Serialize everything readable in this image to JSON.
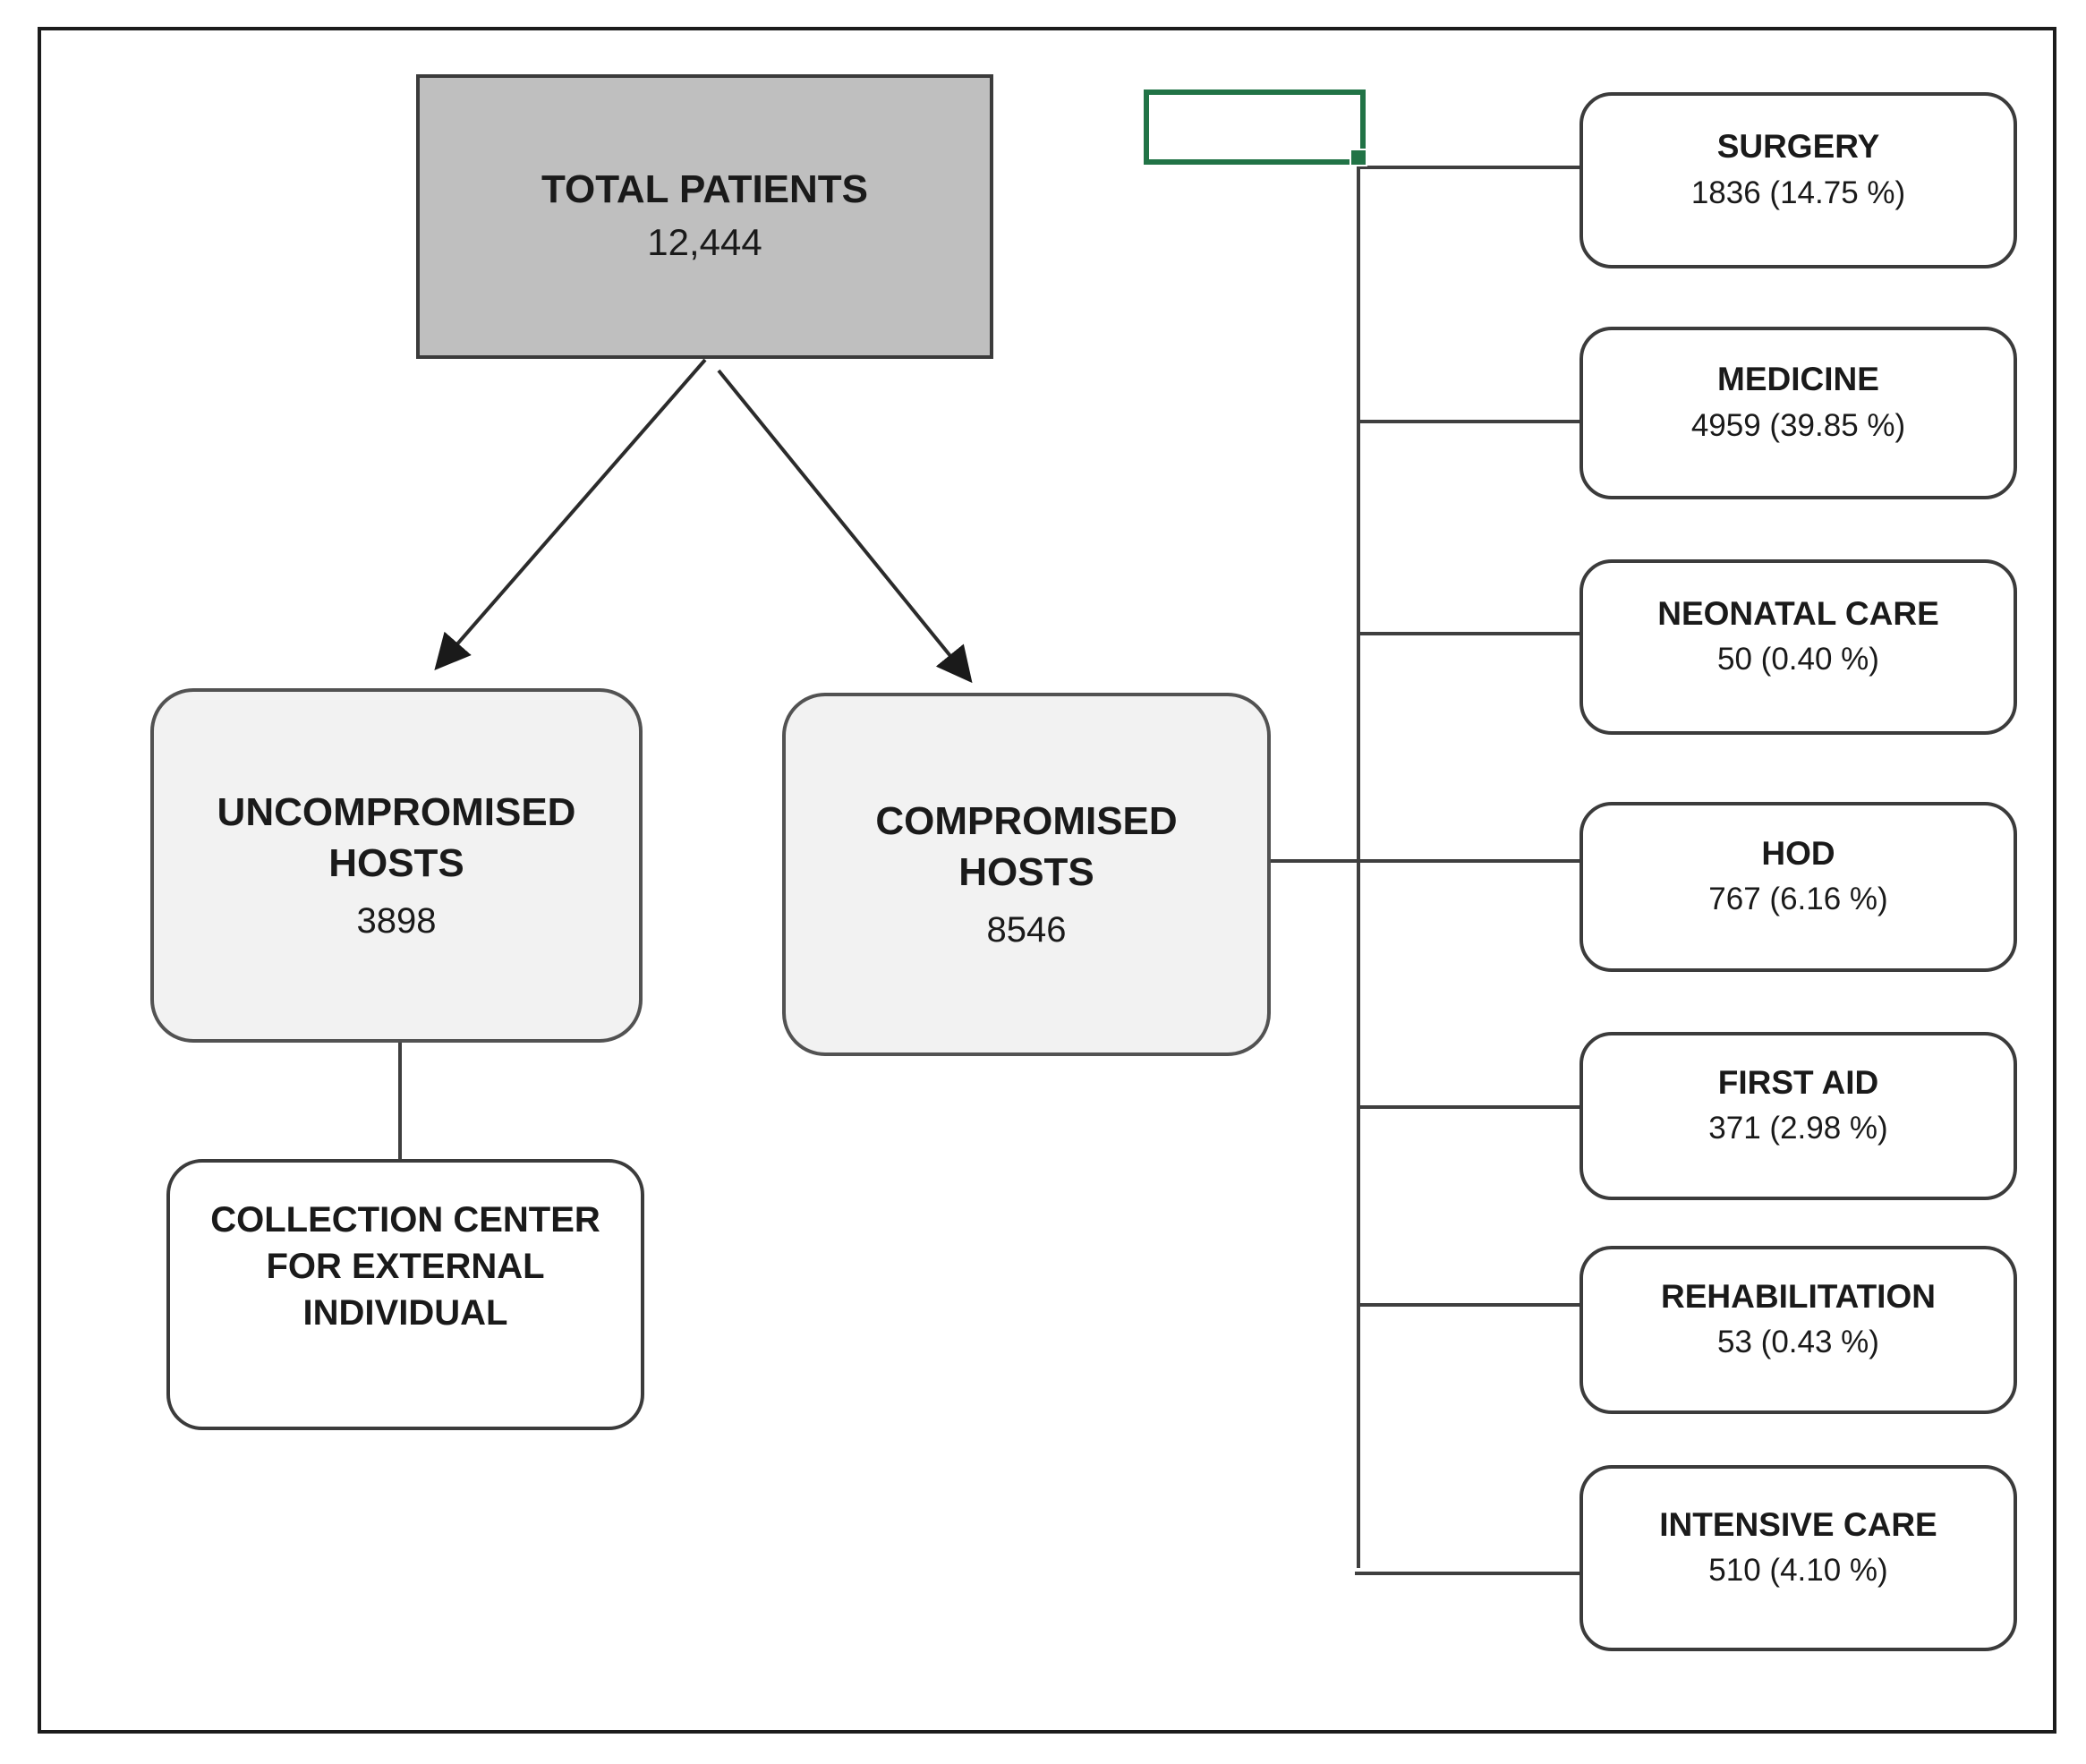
{
  "diagram": {
    "root": {
      "label": "TOTAL PATIENTS",
      "value": "12,444"
    },
    "uncompromised": {
      "line1": "UNCOMPROMISED",
      "line2": "HOSTS",
      "value": "3898"
    },
    "compromised": {
      "line1": "COMPROMISED",
      "line2": "HOSTS",
      "value": "8546"
    },
    "collection_center": {
      "line1": "COLLECTION CENTER",
      "line2": "FOR EXTERNAL",
      "line3": "INDIVIDUAL"
    },
    "departments": [
      {
        "name": "SURGERY",
        "value": "1836 (14.75 %)"
      },
      {
        "name": "MEDICINE",
        "value": "4959 (39.85 %)"
      },
      {
        "name": "NEONATAL CARE",
        "value": "50 (0.40 %)"
      },
      {
        "name": "HOD",
        "value": "767 (6.16 %)"
      },
      {
        "name": "FIRST AID",
        "value": "371 (2.98 %)"
      },
      {
        "name": "REHABILITATION",
        "value": "53 (0.43 %)"
      },
      {
        "name": "INTENSIVE CARE",
        "value": "510 (4.10 %)"
      }
    ],
    "colors": {
      "selection_green": "#217346",
      "root_fill": "#bfbfbf",
      "host_fill": "#f2f2f2",
      "box_border": "#3b3b3b",
      "connector": "#3f3f3f"
    }
  }
}
